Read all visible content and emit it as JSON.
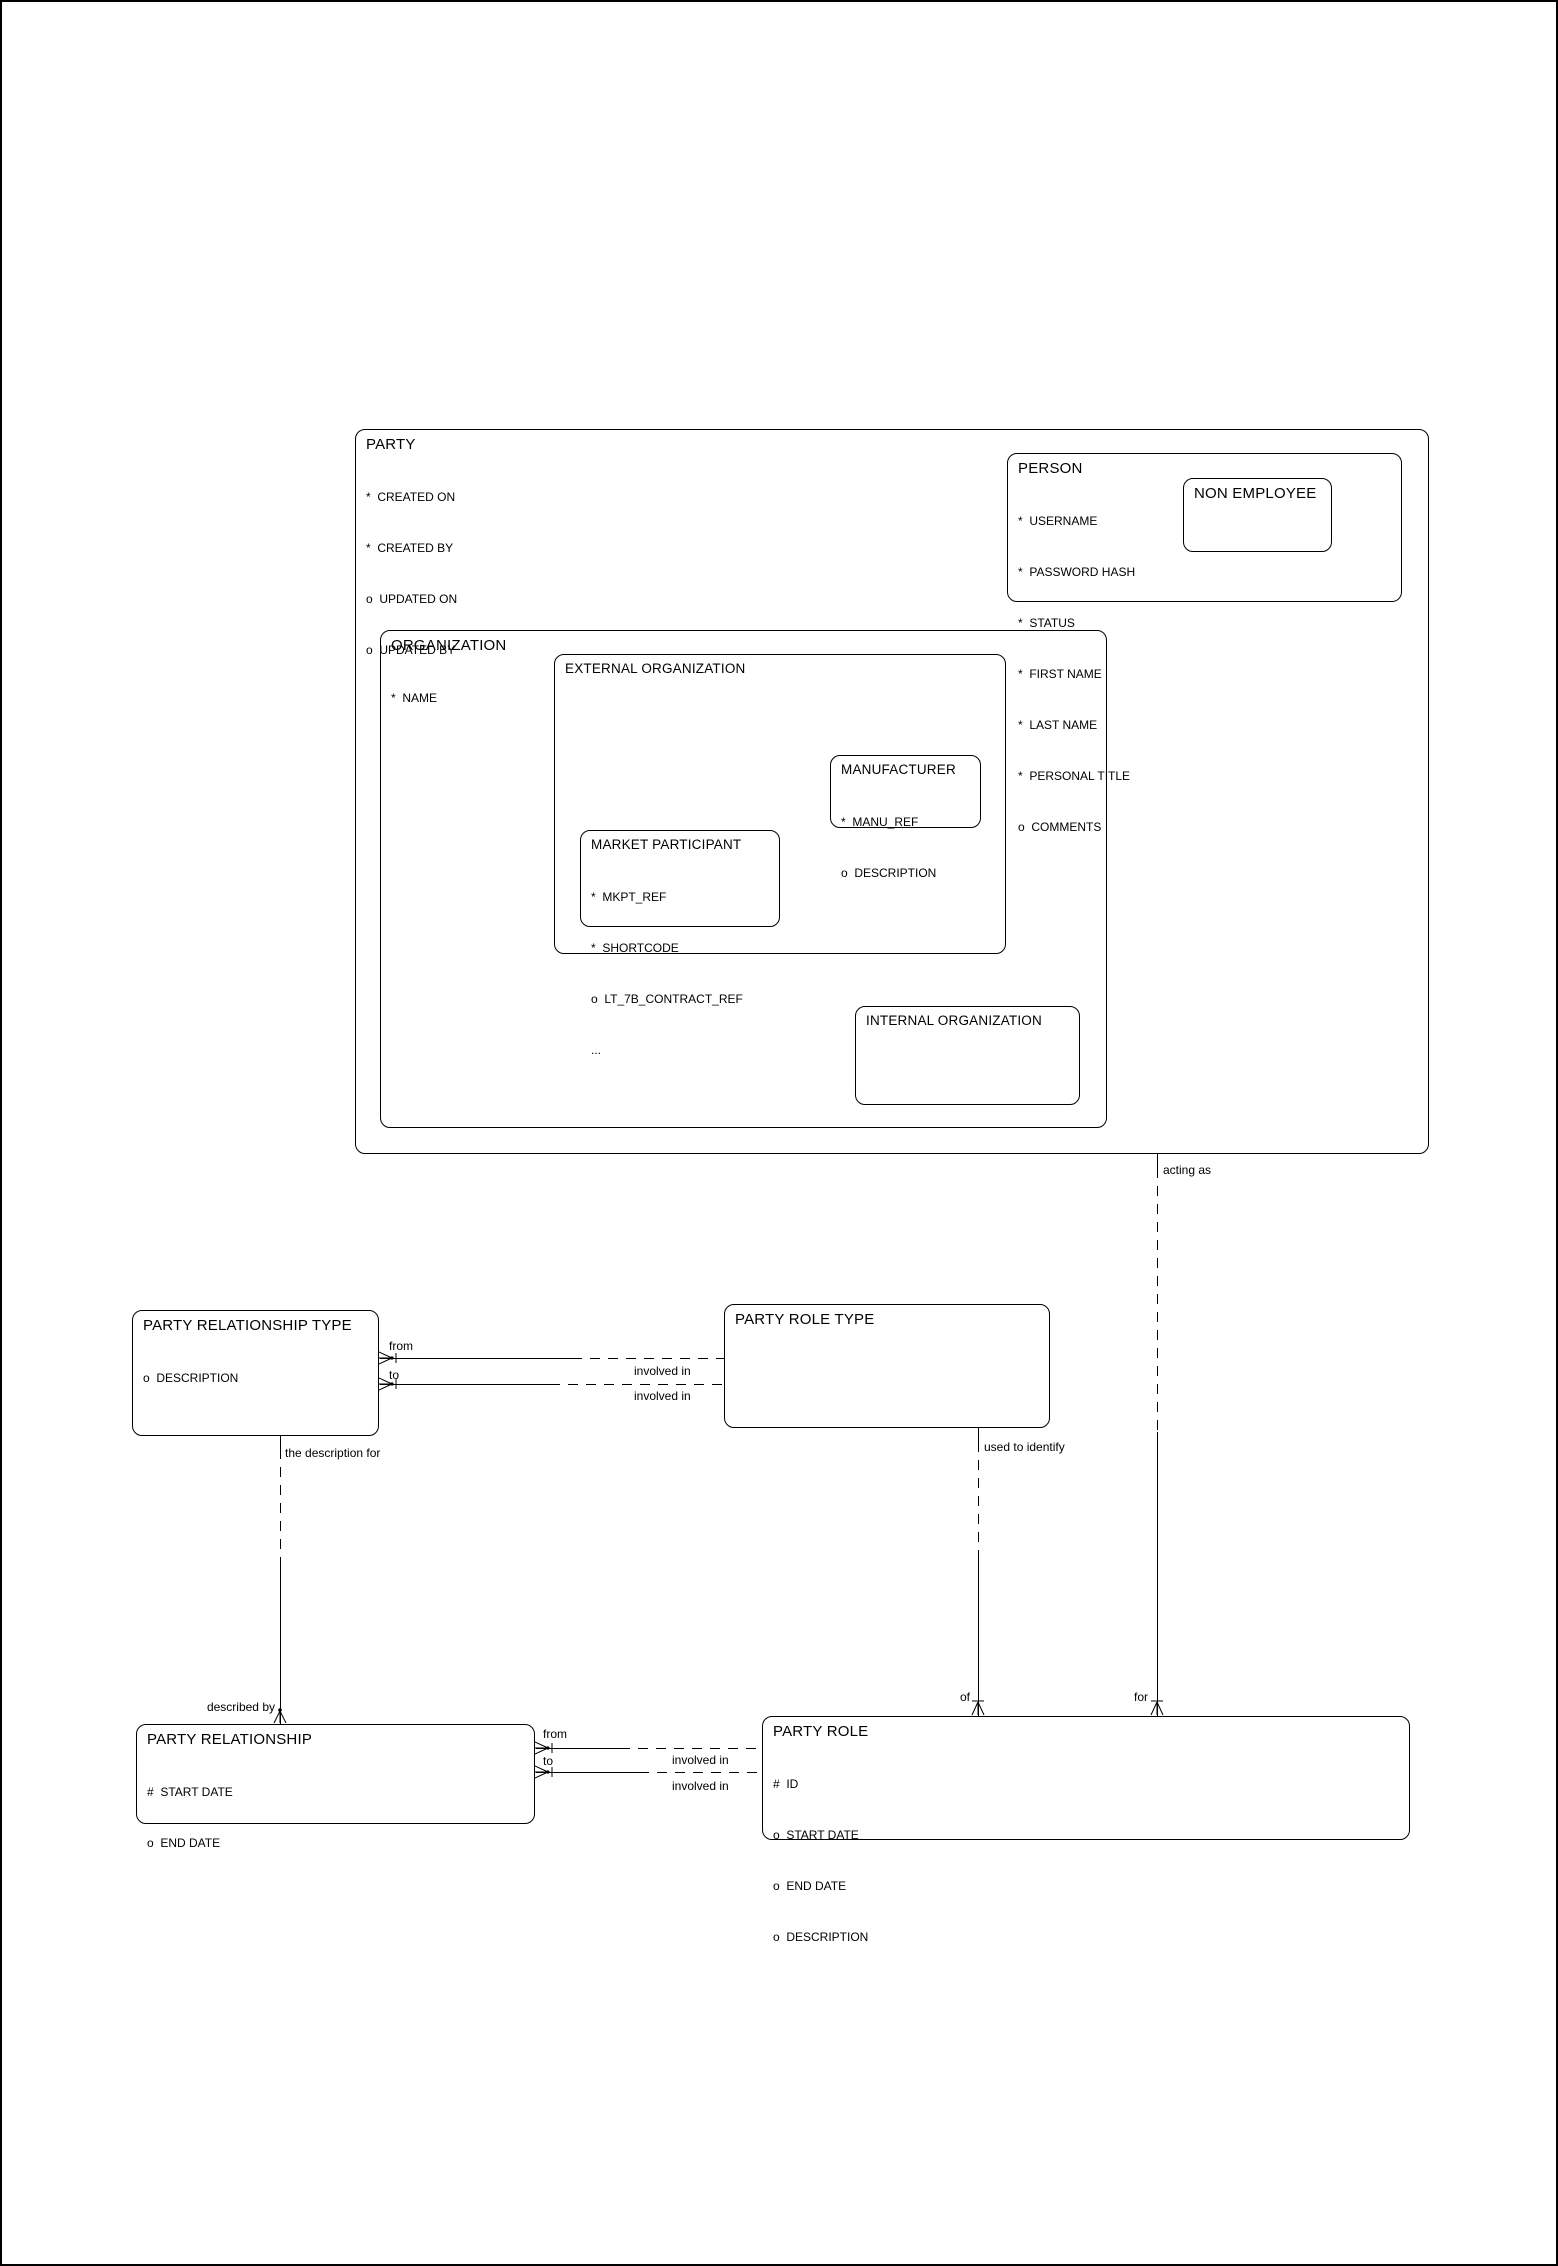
{
  "diagram": {
    "colors": {
      "line": "#000000",
      "background": "#ffffff",
      "text": "#000000"
    },
    "entities": {
      "party": {
        "title": "PARTY",
        "attributes": [
          "*  CREATED ON",
          "*  CREATED BY",
          "o  UPDATED ON",
          "o  UPDATED BY"
        ]
      },
      "person": {
        "title": "PERSON",
        "attributes": [
          "*  USERNAME",
          "*  PASSWORD HASH",
          "*  STATUS",
          "*  FIRST NAME",
          "*  LAST NAME",
          "*  PERSONAL TITLE",
          "o  COMMENTS"
        ]
      },
      "non_employee": {
        "title": "NON EMPLOYEE",
        "attributes": []
      },
      "organization": {
        "title": "ORGANIZATION",
        "attributes": [
          "*  NAME"
        ]
      },
      "external_organization": {
        "title": "EXTERNAL ORGANIZATION",
        "attributes": []
      },
      "manufacturer": {
        "title": "MANUFACTURER",
        "attributes": [
          "*  MANU_REF",
          "o  DESCRIPTION"
        ]
      },
      "market_participant": {
        "title": "MARKET PARTICIPANT",
        "attributes": [
          "*  MKPT_REF",
          "*  SHORTCODE",
          "o  LT_7B_CONTRACT_REF",
          "..."
        ]
      },
      "internal_organization": {
        "title": "INTERNAL ORGANIZATION",
        "attributes": []
      },
      "party_relationship_type": {
        "title": "PARTY RELATIONSHIP TYPE",
        "attributes": [
          "o  DESCRIPTION"
        ]
      },
      "party_role_type": {
        "title": "PARTY ROLE TYPE",
        "attributes": []
      },
      "party_relationship": {
        "title": "PARTY RELATIONSHIP",
        "attributes": [
          "#  START DATE",
          "o  END DATE"
        ]
      },
      "party_role": {
        "title": "PARTY ROLE",
        "attributes": [
          "#  ID",
          "o  START DATE",
          "o  END DATE",
          "o  DESCRIPTION"
        ]
      }
    },
    "relationships": {
      "prt_prolet_1": {
        "source_label": "from",
        "target_label": "involved in"
      },
      "prt_prolet_2": {
        "source_label": "to",
        "target_label": "involved in"
      },
      "prel_prole_1": {
        "source_label": "from",
        "target_label": "involved in"
      },
      "prel_prole_2": {
        "source_label": "to",
        "target_label": "involved in"
      },
      "prt_prel": {
        "source_label": "the description for",
        "target_label": "described by"
      },
      "prolet_prole": {
        "source_label": "used to identify",
        "target_label": "of"
      },
      "party_prole": {
        "source_label": "acting as",
        "target_label": "for"
      }
    }
  }
}
